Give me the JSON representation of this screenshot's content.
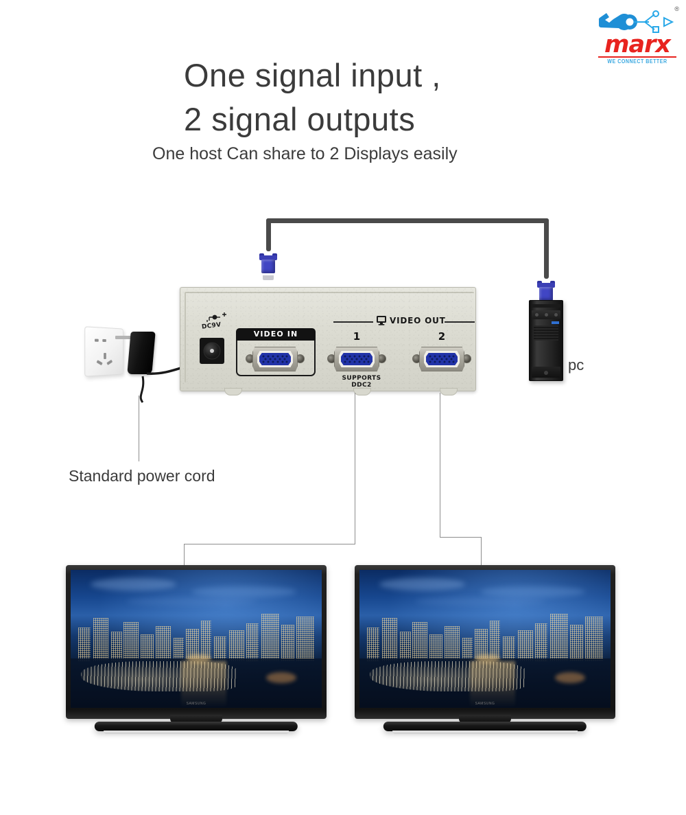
{
  "brand": {
    "name": "marx",
    "tagline": "WE CONNECT BETTER",
    "registered_mark": "®",
    "logo_icon": "wrench-usb-icon",
    "colors": {
      "word": "#e8231f",
      "tagline": "#3aa8e0",
      "mark": "#2196e0"
    }
  },
  "heading": {
    "line1": "One signal input ,",
    "line2": "2 signal outputs",
    "subtitle": "One host Can share to 2 Displays easily"
  },
  "device": {
    "type": "2-port VGA splitter",
    "power_label": "DC9V",
    "power_polarity_icon": "center-positive-icon",
    "video_in_label": "VIDEO IN",
    "video_out_label": "VIDEO OUT",
    "video_out_icon": "monitor-icon",
    "ports": [
      {
        "number": "1",
        "note": "SUPPORTS\nDDC2"
      },
      {
        "number": "2",
        "note": ""
      }
    ],
    "supports_line1": "SUPPORTS",
    "supports_line2": "DDC2",
    "body_color": "#dcdcd2"
  },
  "annotations": {
    "power_cord": "Standard power cord",
    "pc": "pc"
  },
  "displays": [
    {
      "id": "display-1",
      "content": "night city skyline with marina"
    },
    {
      "id": "display-2",
      "content": "night city skyline with marina"
    }
  ]
}
